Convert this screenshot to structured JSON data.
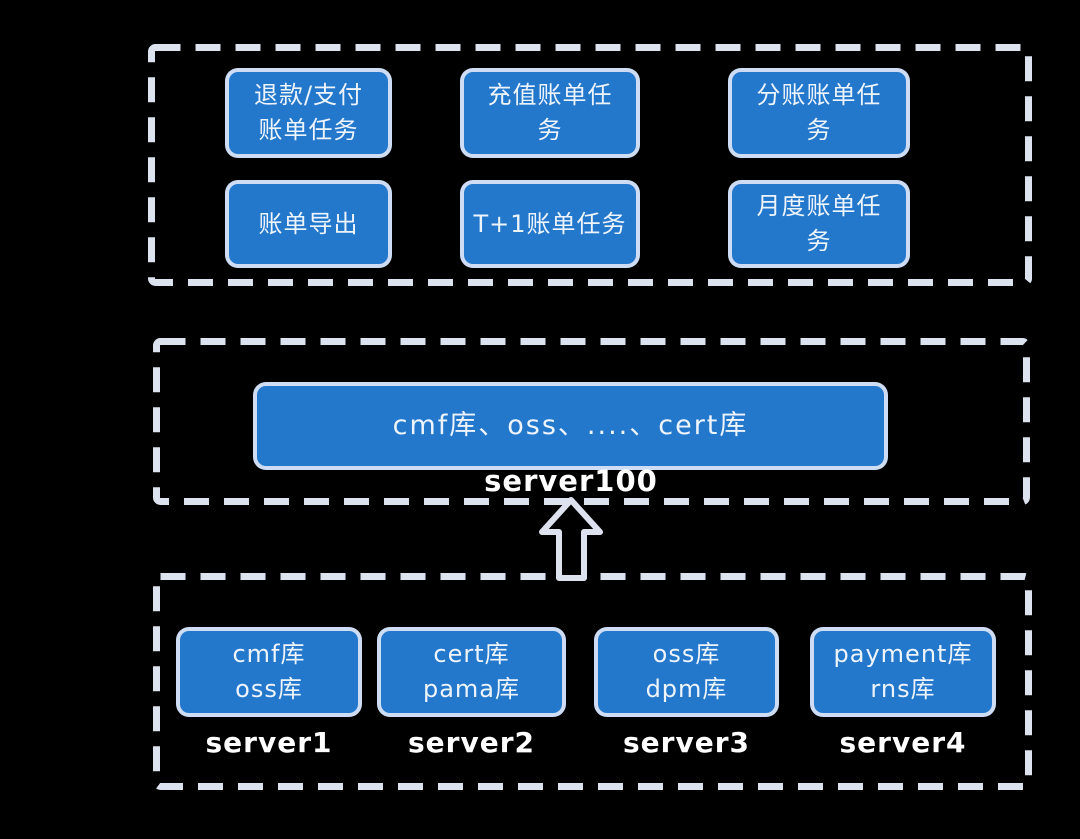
{
  "diagram": {
    "type": "architecture-diagram",
    "colors": {
      "background": "#000000",
      "box_fill": "#2478cc",
      "box_halo_border": "#d8e3f5",
      "dashed_frame": "#dce2ee",
      "box_text": "#eef4fc",
      "server_text": "#ffffff"
    },
    "top_group": {
      "boxes": [
        {
          "label": "退款/支付\n账单任务"
        },
        {
          "label": "充值账单任\n务"
        },
        {
          "label": "分账账单任\n务"
        },
        {
          "label": "账单导出"
        },
        {
          "label": "T+1账单任务"
        },
        {
          "label": "月度账单任\n务"
        }
      ]
    },
    "middle_group": {
      "db_box_label": "cmf库、oss、....、cert库",
      "server_label": "server100"
    },
    "arrow": {
      "direction": "up",
      "style": "hollow-outline"
    },
    "bottom_group": {
      "servers": [
        {
          "db_label": "cmf库\noss库",
          "server_label": "server1"
        },
        {
          "db_label": "cert库\npama库",
          "server_label": "server2"
        },
        {
          "db_label": "oss库\ndpm库",
          "server_label": "server3"
        },
        {
          "db_label": "payment库\nrns库",
          "server_label": "server4"
        }
      ]
    }
  }
}
